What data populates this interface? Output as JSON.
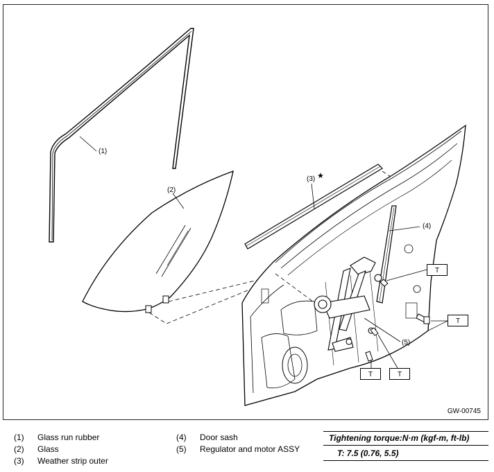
{
  "diagram": {
    "callouts": {
      "glass_run_rubber": "(1)",
      "glass": "(2)",
      "weather_strip": "(3)",
      "weather_strip_star": "★",
      "door_sash": "(4)",
      "regulator": "(5)"
    },
    "torque_markers": [
      "T",
      "T",
      "T",
      "T"
    ],
    "figure_code": "GW-00745"
  },
  "legend": {
    "items": [
      {
        "num": "(1)",
        "label": "Glass run rubber"
      },
      {
        "num": "(2)",
        "label": "Glass"
      },
      {
        "num": "(3)",
        "label": "Weather strip outer"
      },
      {
        "num": "(4)",
        "label": "Door sash"
      },
      {
        "num": "(5)",
        "label": "Regulator and motor ASSY"
      }
    ]
  },
  "torque": {
    "title": "Tightening torque:N·m (kgf-m, ft-lb)",
    "value": "T:   7.5 (0.76, 5.5)"
  }
}
